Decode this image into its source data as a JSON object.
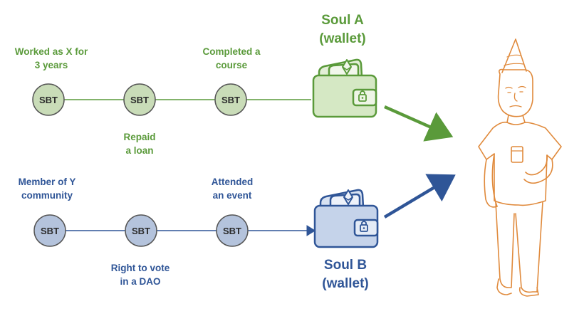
{
  "sbt_label": "SBT",
  "soul_a": {
    "name": "Soul A",
    "subtitle": "(wallet)",
    "color": "#5a9a3a",
    "node_fill": "#c9dcb8",
    "wallet_fill": "#d5e8c4",
    "labels": [
      {
        "lines": [
          "Worked as X for",
          "3 years"
        ]
      },
      {
        "lines": [
          "Repaid",
          "a loan"
        ]
      },
      {
        "lines": [
          "Completed a",
          "course"
        ]
      }
    ]
  },
  "soul_b": {
    "name": "Soul B",
    "subtitle": "(wallet)",
    "color": "#2f5597",
    "node_fill": "#b4c3dc",
    "wallet_fill": "#c5d3ea",
    "labels": [
      {
        "lines": [
          "Member of Y",
          "community"
        ]
      },
      {
        "lines": [
          "Right to vote",
          "in a DAO"
        ]
      },
      {
        "lines": [
          "Attended",
          "an event"
        ]
      }
    ]
  },
  "person_color": "#e08a3c"
}
